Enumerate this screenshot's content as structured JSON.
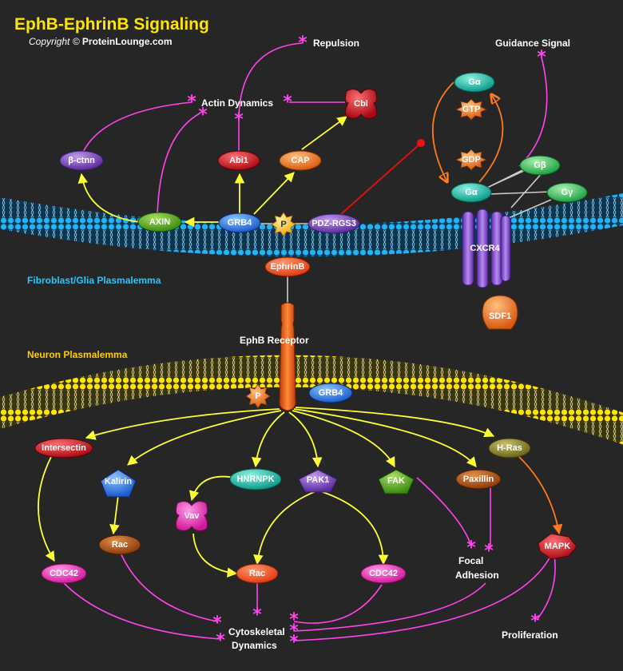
{
  "header": {
    "title": "EphB-EphrinB Signaling",
    "copyright_prefix": "Copyright ©",
    "copyright_site": "ProteinLounge.com"
  },
  "membranes": {
    "fibroblast": "Fibroblast/Glia Plasmalemma",
    "neuron": "Neuron Plasmalemma"
  },
  "nodes": {
    "beta_ctnn": "β-ctnn",
    "axin": "AXIN",
    "grb4_top": "GRB4",
    "p_top": "P",
    "pdz_rgs3": "PDZ-RGS3",
    "abi1": "Abi1",
    "cap": "CAP",
    "cbl": "Cbl",
    "ephrinb": "EphrinB",
    "galpha_top": "Gα",
    "gtp": "GTP",
    "gdp": "GDP",
    "galpha_mem": "Gα",
    "gbeta": "Gβ",
    "ggamma": "Gγ",
    "cxcr4": "CXCR4",
    "sdf1": "SDF1",
    "p_bottom": "P",
    "grb4_bottom": "GRB4",
    "intersectin": "Intersectin",
    "kalirin": "Kalirin",
    "hnrnpk": "HNRNPK",
    "pak1": "PAK1",
    "fak": "FAK",
    "paxillin": "Paxillin",
    "hras": "H-Ras",
    "vav": "Vav",
    "rac_left": "Rac",
    "rac_mid": "Rac",
    "cdc42_left": "CDC42",
    "cdc42_right": "CDC42",
    "mapk": "MAPK"
  },
  "labels": {
    "repulsion": "Repulsion",
    "actin_dynamics": "Actin Dynamics",
    "guidance_signal": "Guidance Signal",
    "ephb_receptor": "EphB Receptor",
    "focal_adhesion_1": "Focal",
    "focal_adhesion_2": "Adhesion",
    "cytoskeletal_1": "Cytoskeletal",
    "cytoskeletal_2": "Dynamics",
    "proliferation": "Proliferation"
  },
  "colors": {
    "activation": "#ffff33",
    "outcome": "#ff44ee",
    "inhibition": "#dd1111",
    "gprotein_cycle": "#ff7a1a",
    "binding": "#cccccc",
    "membrane_top": "#1aa0e8",
    "membrane_bottom": "#f2e21a"
  }
}
